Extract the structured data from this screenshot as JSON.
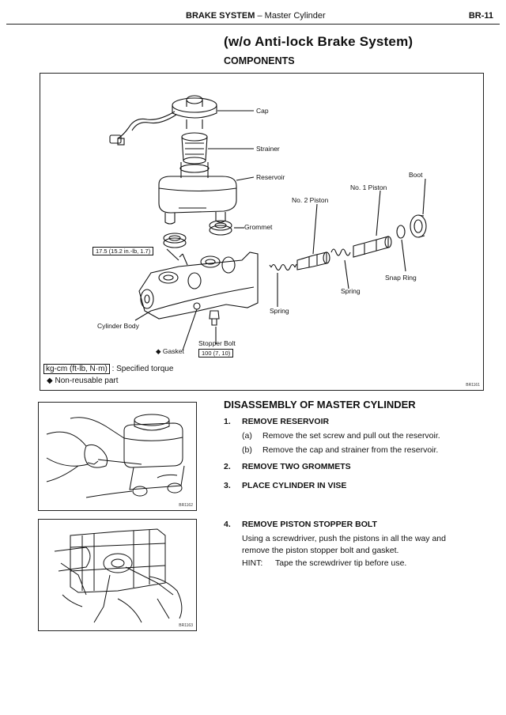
{
  "header": {
    "section": "BRAKE SYSTEM",
    "separator": "–",
    "subsection": "Master Cylinder",
    "page": "BR-11"
  },
  "title": "(w/o Anti-lock Brake System)",
  "components_heading": "COMPONENTS",
  "figure1": {
    "labels": {
      "cap": "Cap",
      "strainer": "Strainer",
      "reservoir": "Reservoir",
      "grommet": "Grommet",
      "boot": "Boot",
      "no1_piston": "No. 1 Piston",
      "no2_piston": "No. 2 Piston",
      "snap_ring": "Snap Ring",
      "spring_right": "Spring",
      "spring_left": "Spring",
      "cylinder_body": "Cylinder Body",
      "gasket": "Gasket",
      "stopper_bolt": "Stopper Bolt"
    },
    "torque_top": "17.5 (15.2 in.-lb, 1.7)",
    "torque_bottom": "100 (7, 10)",
    "legend_unit": "kg-cm (ft-lb, N·m)",
    "legend_unit_desc": ": Specified torque",
    "legend_diamond": "◆",
    "legend_nonreusable": "Non-reusable part",
    "code": "BR1161"
  },
  "figure2_code": "BR1162",
  "figure3_code": "BR1163",
  "disassembly": {
    "heading": "DISASSEMBLY OF MASTER CYLINDER",
    "steps": [
      {
        "num": "1.",
        "title": "REMOVE RESERVOIR",
        "sub": [
          {
            "label": "(a)",
            "text": "Remove the set screw and pull out the reservoir."
          },
          {
            "label": "(b)",
            "text": "Remove the cap and strainer from the reservoir."
          }
        ]
      },
      {
        "num": "2.",
        "title": "REMOVE TWO GROMMETS"
      },
      {
        "num": "3.",
        "title": "PLACE CYLINDER IN VISE"
      },
      {
        "num": "4.",
        "title": "REMOVE PISTON STOPPER BOLT",
        "body_line1": "Using a screwdriver, push the pistons in all the way and",
        "body_line2": "remove the piston stopper bolt and gasket.",
        "hint_label": "HINT:",
        "hint_text": "Tape the screwdriver tip before use."
      }
    ]
  }
}
